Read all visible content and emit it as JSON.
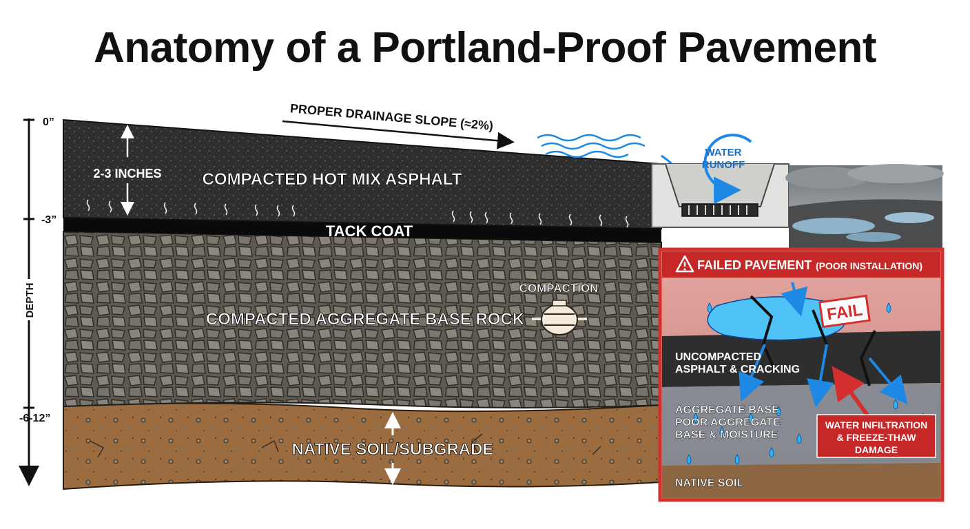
{
  "title": "Anatomy of a Portland-Proof Pavement",
  "depth_axis": {
    "label": "DEPTH",
    "ticks": [
      "0”",
      "-3”",
      "-6-12”"
    ]
  },
  "layers": {
    "asphalt": "COMPACTED HOT MIX ASPHALT",
    "asphalt_thickness": "2-3 INCHES",
    "tack_coat": "TACK COAT",
    "base_rock": "COMPACTED AGGREGATE BASE ROCK",
    "compaction": "COMPACTION",
    "subgrade": "NATIVE SOIL/SUBGRADE"
  },
  "drainage": {
    "slope_label": "PROPER DRAINAGE SLOPE (≈2%)",
    "runoff_line1": "WATER",
    "runoff_line2": "RUNOFF"
  },
  "failed_panel": {
    "title_main": "FAILED PAVEMENT",
    "title_sub": "(POOR INSTALLATION)",
    "fail_stamp": "FAIL",
    "asphalt_line1": "UNCOMPACTED",
    "asphalt_line2": "ASPHALT & CRACKING",
    "base_line1": "AGGREGATE BASE",
    "base_line2": "POOR AGGREGATE",
    "base_line3": "BASE & MOISTURE",
    "callout_line1": "WATER INFILTRATION",
    "callout_line2": "& FREEZE-THAW",
    "callout_line3": "DAMAGE",
    "soil": "NATIVE SOIL"
  },
  "colors": {
    "asphalt": "#2b2b2b",
    "tack": "#0a0a0a",
    "base": "#6f6b62",
    "soil": "#9a6c3f",
    "fail_red": "#d32f2f",
    "water_blue": "#1e88e5"
  }
}
